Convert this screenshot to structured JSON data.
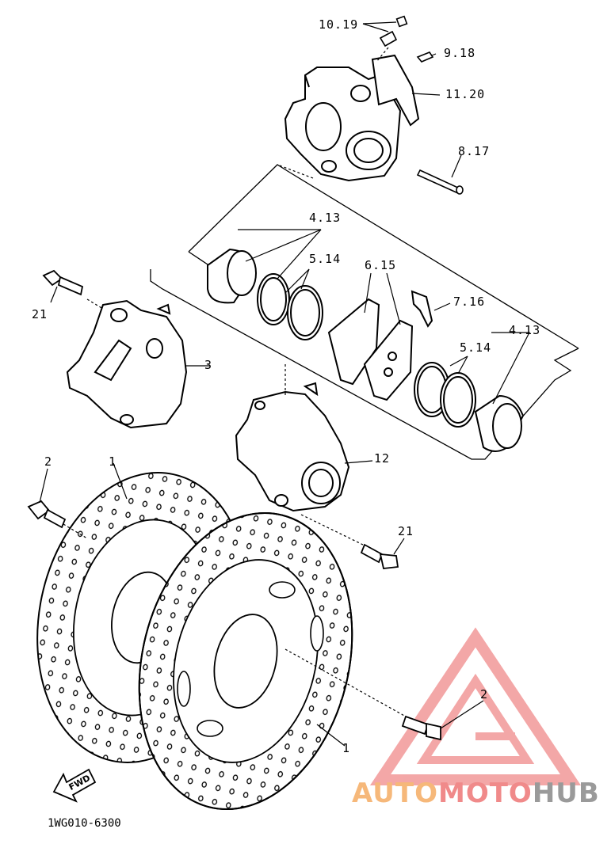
{
  "callouts": {
    "c_10_19": "10.19",
    "c_9_18": "9.18",
    "c_11_20": "11.20",
    "c_8_17": "8.17",
    "c_4_13_top": "4.13",
    "c_5_14_top": "5.14",
    "c_6_15": "6.15",
    "c_7_16": "7.16",
    "c_21_top": "21",
    "c_3": "3",
    "c_4_13_right": "4.13",
    "c_5_14_right": "5.14",
    "c_12": "12",
    "c_2_left": "2",
    "c_1_left": "1",
    "c_21_mid": "21",
    "c_2_right": "2",
    "c_1_right": "1"
  },
  "fwd_label": "FWD",
  "diagram_code": "1WG010-6300",
  "watermark": {
    "part1": "AUTO",
    "part2": "MOTO",
    "part3": "HUB",
    "colors": {
      "auto": "#f6b87a",
      "moto": "#f08a8a",
      "hub": "#9a9a9a",
      "logo": "#f08a8a"
    }
  }
}
